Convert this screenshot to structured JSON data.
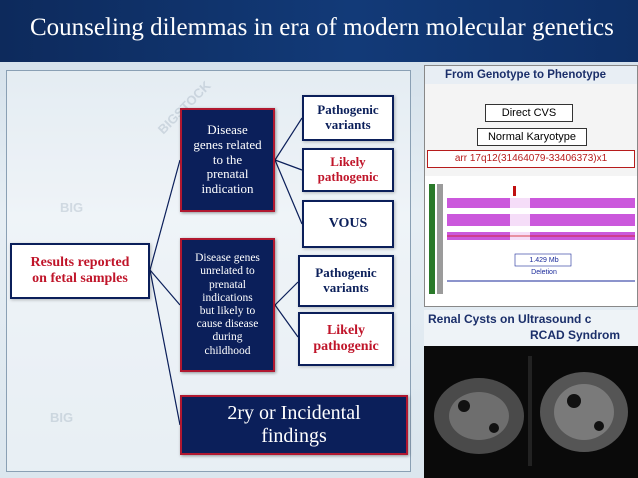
{
  "slide": {
    "title": "Counseling dilemmas in era of modern molecular genetics",
    "watermarks": [
      "BIG",
      "BIGSTOCK",
      "BIG"
    ]
  },
  "diagram": {
    "root": "Results reported\non fetal samples",
    "branch1": {
      "label": "Disease\ngenes related\nto the\nprenatal\nindication",
      "leaves": [
        "Pathogenic\nvariants",
        "Likely\npathogenic",
        "VOUS"
      ]
    },
    "branch2": {
      "label": "Disease genes\nunrelated to\nprenatal\nindications\nbut likely to\ncause disease\nduring\nchildhood",
      "leaves": [
        "Pathogenic\nvariants",
        "Likely\npathogenic"
      ]
    },
    "branch3": {
      "label": "2ry or Incidental\nfindings"
    }
  },
  "panels": {
    "top": {
      "heading": "From Genotype to Phenotype",
      "direct": "Direct CVS",
      "karyotype": "Normal Karyotype",
      "arr": "arr 17q12(31464079-33406373)x1",
      "deletion": "1.429 Mb Deletion"
    },
    "bottom": {
      "heading1": "Renal Cysts on Ultrasound c",
      "heading2": "RCAD Syndrom"
    }
  }
}
